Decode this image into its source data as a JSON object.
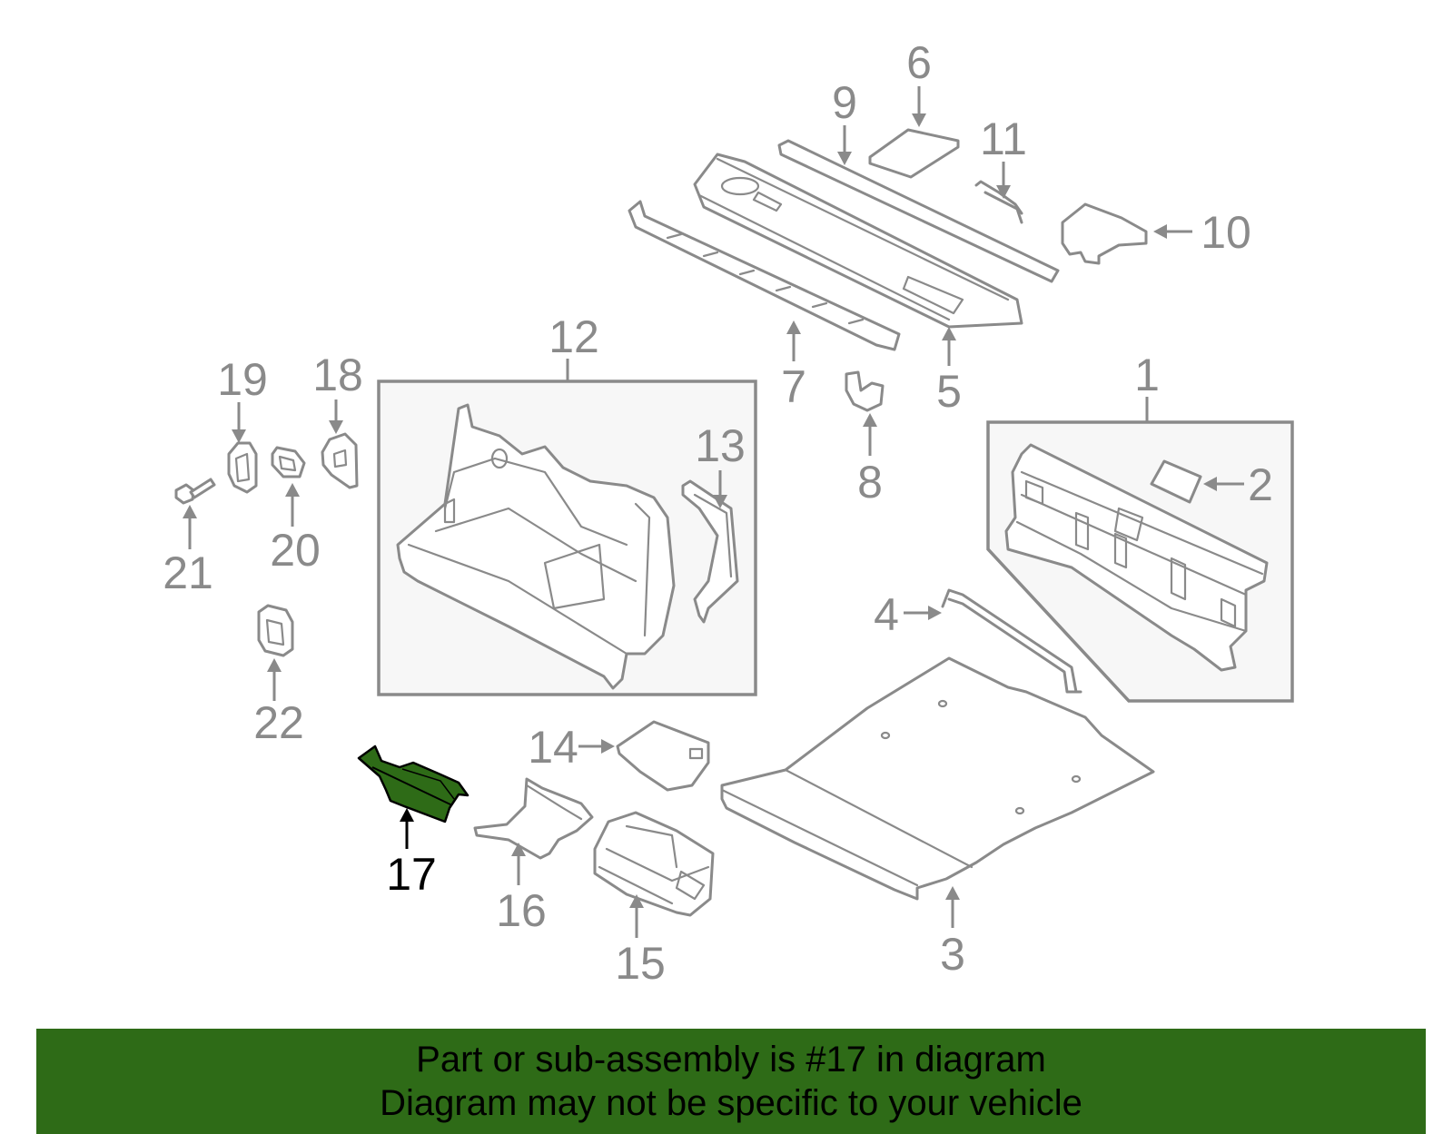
{
  "callouts": {
    "c1": "1",
    "c2": "2",
    "c3": "3",
    "c4": "4",
    "c5": "5",
    "c6": "6",
    "c7": "7",
    "c8": "8",
    "c9": "9",
    "c10": "10",
    "c11": "11",
    "c12": "12",
    "c13": "13",
    "c14": "14",
    "c15": "15",
    "c16": "16",
    "c17": "17",
    "c18": "18",
    "c19": "19",
    "c20": "20",
    "c21": "21",
    "c22": "22"
  },
  "highlighted_part": "17",
  "banner": {
    "line1": "Part or sub-assembly is #17 in diagram",
    "line2": "Diagram may not be specific to your vehicle"
  },
  "colors": {
    "highlight_fill": "#2e6b17",
    "banner_bg": "#2e6b17",
    "line_gray": "#8a8a8a",
    "box_bg": "#f7f7f7"
  }
}
